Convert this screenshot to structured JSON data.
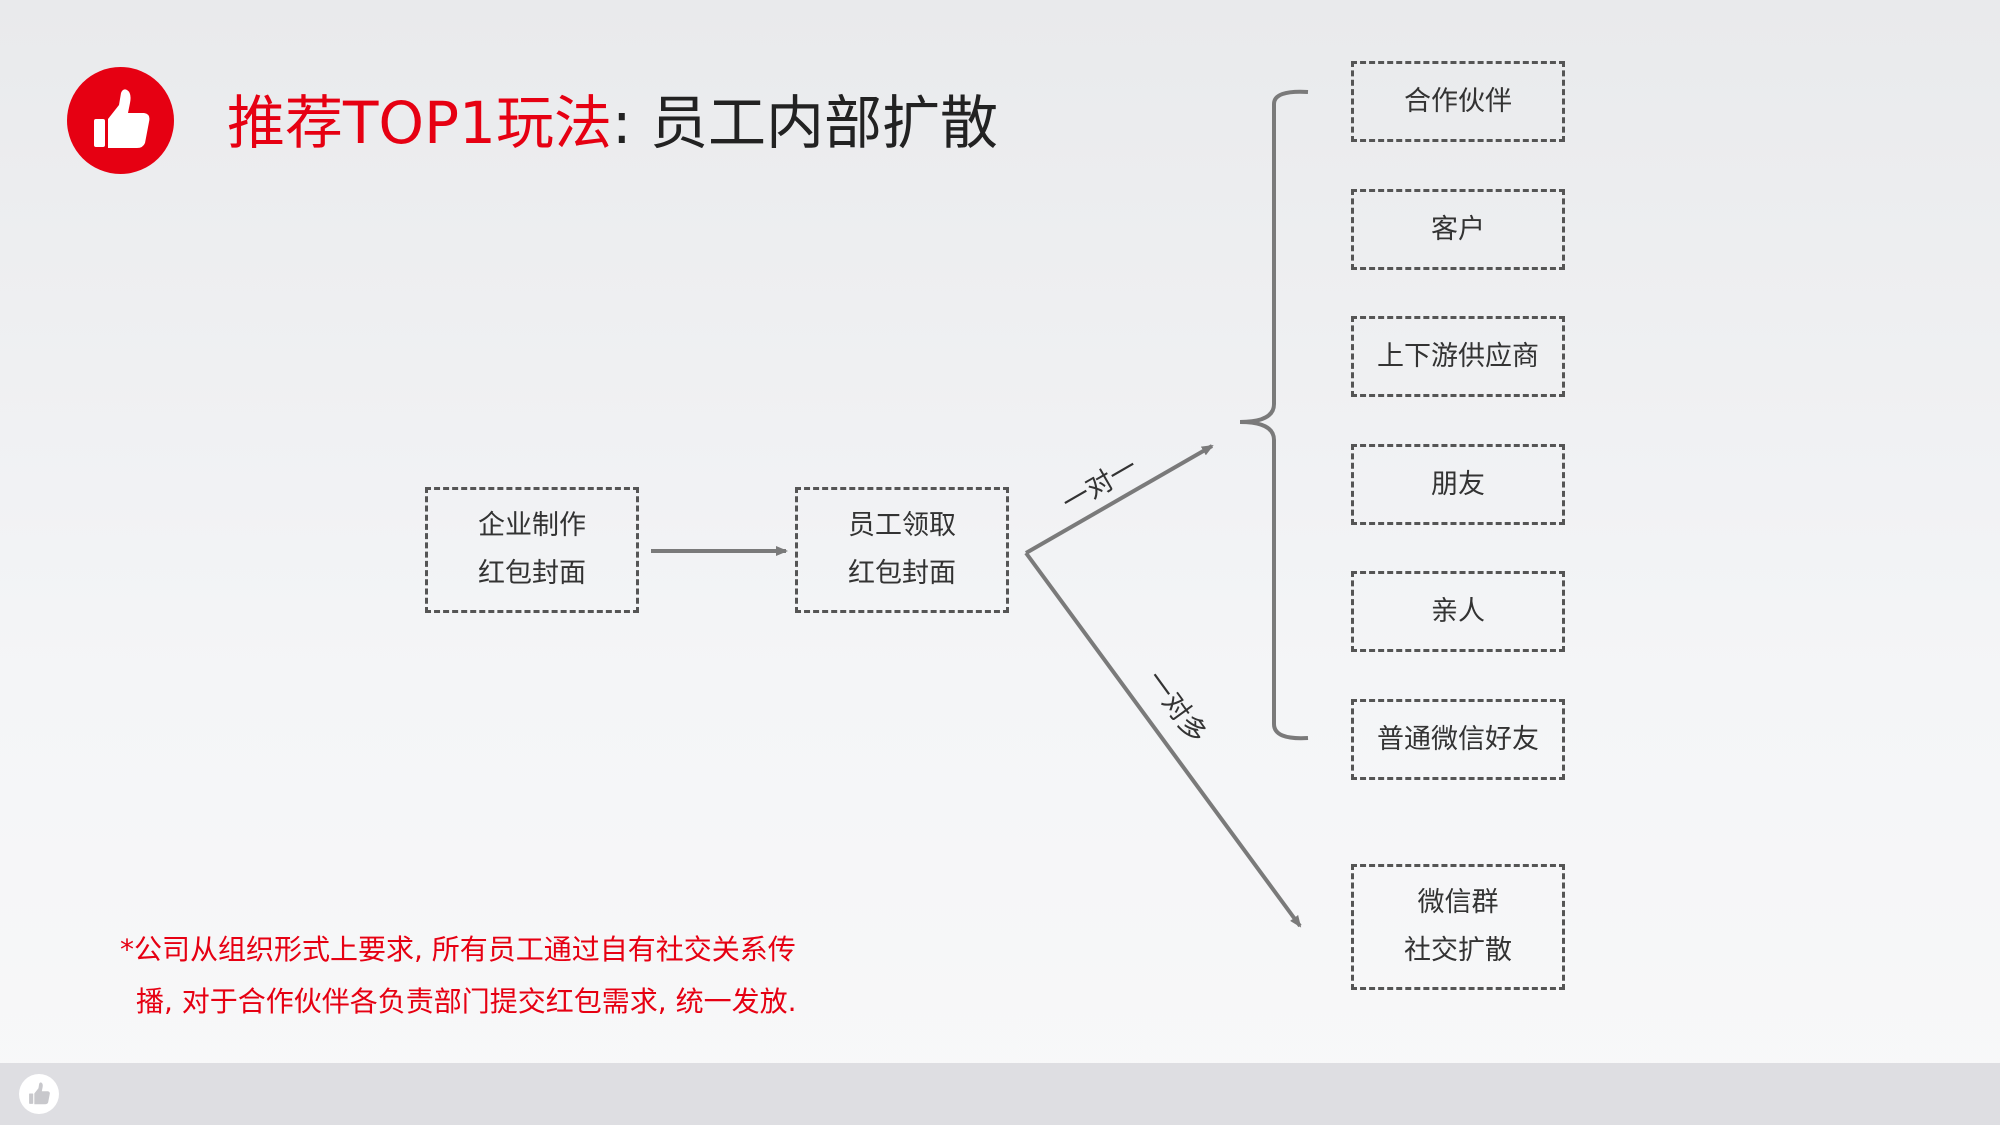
{
  "header": {
    "title_highlight": "推荐TOP1玩法",
    "title_rest": ": 员工内部扩散",
    "accent_color": "#e60012",
    "logo_icon": "thumbs-up-icon"
  },
  "flow": {
    "start": {
      "line1": "企业制作",
      "line2": "红包封面"
    },
    "middle": {
      "line1": "员工领取",
      "line2": "红包封面"
    },
    "edge_one_to_one": "一对一",
    "edge_one_to_many": "一对多",
    "targets": [
      "合作伙伴",
      "客户",
      "上下游供应商",
      "朋友",
      "亲人",
      "普通微信好友"
    ],
    "group": {
      "line1": "微信群",
      "line2": "社交扩散"
    }
  },
  "note": {
    "line1": "*公司从组织形式上要求, 所有员工通过自有社交关系传",
    "line2": "播, 对于合作伙伴各负责部门提交红包需求, 统一发放."
  },
  "footer": {
    "icon": "thumbs-up-icon"
  }
}
